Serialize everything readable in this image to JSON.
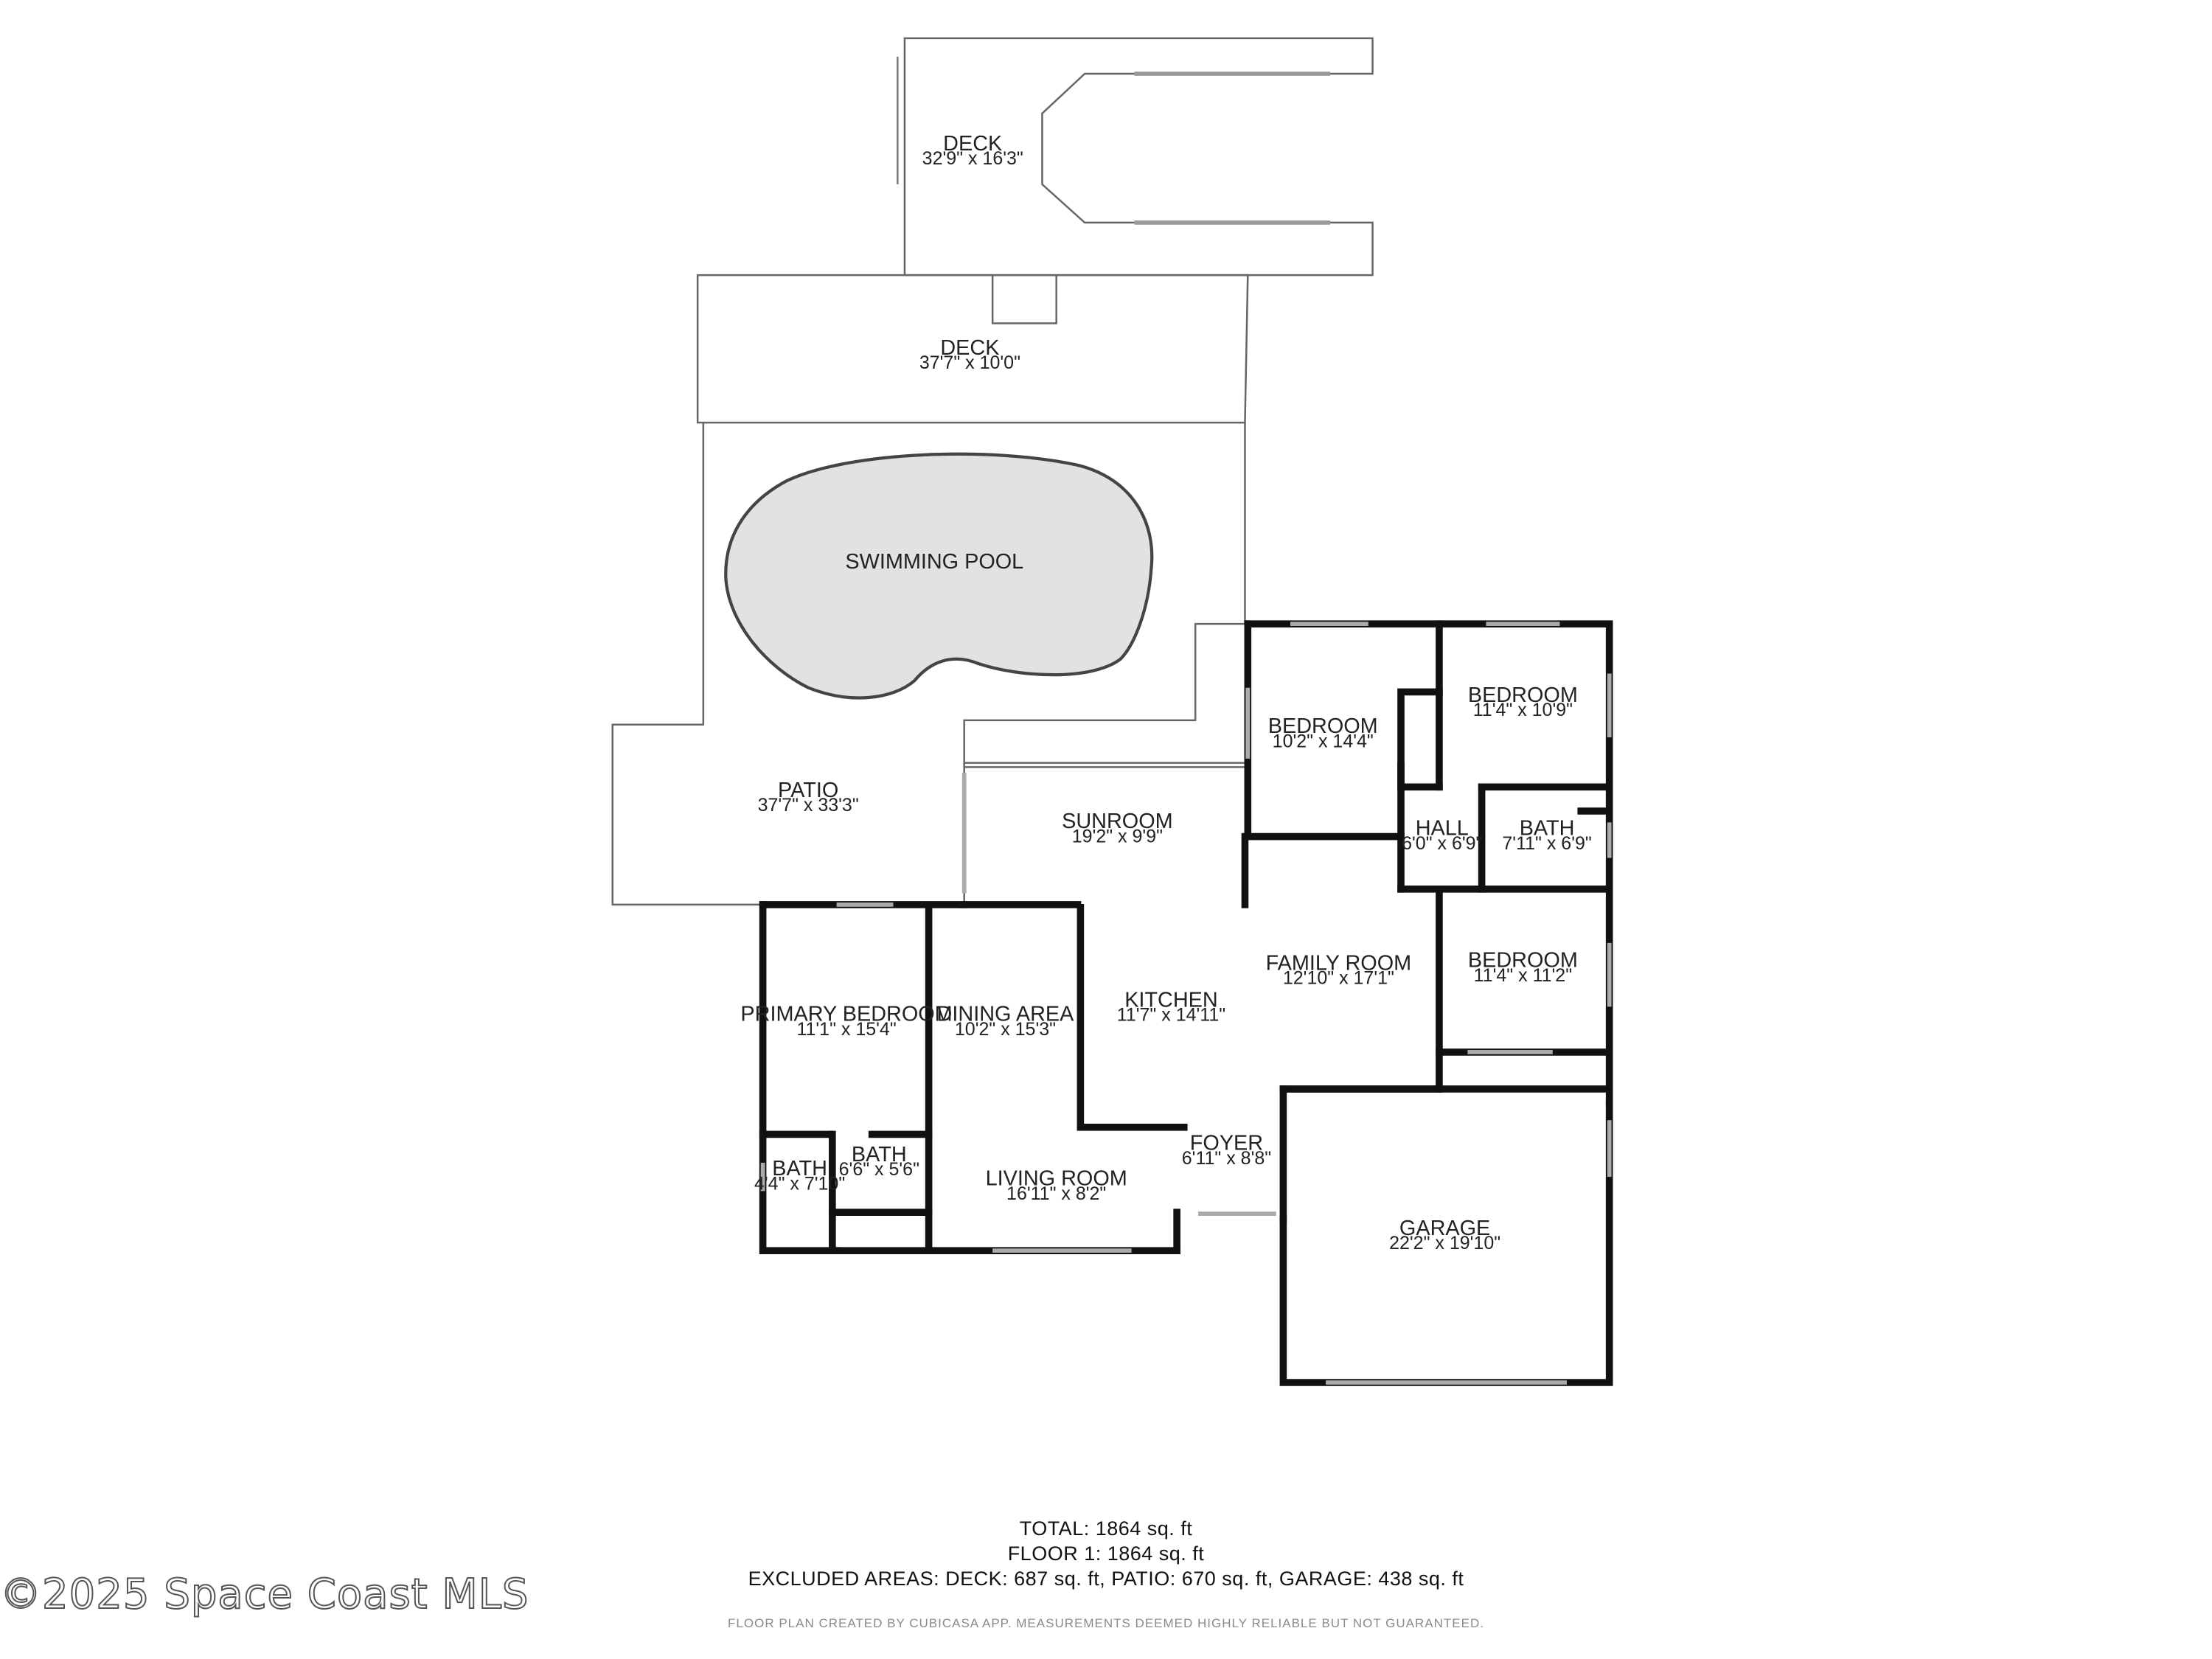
{
  "rooms": {
    "deck_upper": {
      "name": "DECK",
      "dims": "32'9\" x 16'3\""
    },
    "deck_lower": {
      "name": "DECK",
      "dims": "37'7\" x 10'0\""
    },
    "pool": {
      "name": "SWIMMING POOL"
    },
    "patio": {
      "name": "PATIO",
      "dims": "37'7\" x 33'3\""
    },
    "sunroom": {
      "name": "SUNROOM",
      "dims": "19'2\" x 9'9\""
    },
    "bedroom_1": {
      "name": "BEDROOM",
      "dims": "10'2\" x 14'4\""
    },
    "bedroom_2": {
      "name": "BEDROOM",
      "dims": "11'4\" x 10'9\""
    },
    "hall": {
      "name": "HALL",
      "dims": "6'0\" x 6'9\""
    },
    "bath_1": {
      "name": "BATH",
      "dims": "7'11\" x 6'9\""
    },
    "bedroom_3": {
      "name": "BEDROOM",
      "dims": "11'4\" x 11'2\""
    },
    "family_room": {
      "name": "FAMILY ROOM",
      "dims": "12'10\" x 17'1\""
    },
    "kitchen": {
      "name": "KITCHEN",
      "dims": "11'7\" x 14'11\""
    },
    "primary_bedroom": {
      "name": "PRIMARY BEDROOM",
      "dims": "11'1\" x 15'4\""
    },
    "dining_area": {
      "name": "DINING AREA",
      "dims": "10'2\" x 15'3\""
    },
    "bath_2": {
      "name": "BATH",
      "dims": "4'4\" x 7'10\""
    },
    "bath_3": {
      "name": "BATH",
      "dims": "6'6\" x 5'6\""
    },
    "living_room": {
      "name": "LIVING ROOM",
      "dims": "16'11\" x 8'2\""
    },
    "foyer": {
      "name": "FOYER",
      "dims": "6'11\" x 8'8\""
    },
    "garage": {
      "name": "GARAGE",
      "dims": "22'2\" x 19'10\""
    }
  },
  "summary": {
    "total": "TOTAL: 1864 sq. ft",
    "floor": "FLOOR 1: 1864 sq. ft",
    "excluded": "EXCLUDED AREAS: DECK: 687 sq. ft, PATIO: 670 sq. ft, GARAGE: 438 sq. ft"
  },
  "disclaimer": "FLOOR PLAN CREATED BY CUBICASA APP. MEASUREMENTS DEEMED HIGHLY RELIABLE BUT NOT GUARANTEED.",
  "watermark": "©2025 Space Coast MLS",
  "colors": {
    "wall": "#111111",
    "outline": "#555555",
    "pool_fill": "#e2e2e2",
    "background": "#ffffff"
  }
}
